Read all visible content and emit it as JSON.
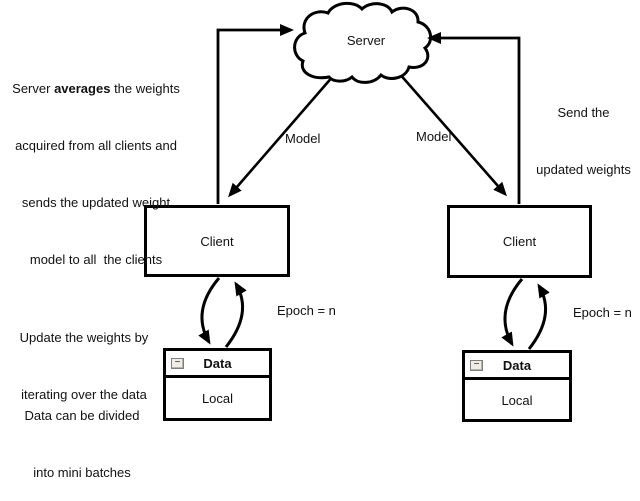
{
  "diagram": {
    "server": {
      "label": "Server"
    },
    "client_left": {
      "label": "Client"
    },
    "client_right": {
      "label": "Client"
    },
    "data_left": {
      "title": "Data",
      "body": "Local",
      "collapse_glyph": "−"
    },
    "data_right": {
      "title": "Data",
      "body": "Local",
      "collapse_glyph": "−"
    },
    "edge_labels": {
      "model_left": "Model",
      "model_right": "Model",
      "epoch_left": "Epoch = n",
      "epoch_right": "Epoch = n"
    },
    "annotations": {
      "server_note": {
        "line1_prefix": "Server ",
        "line1_bold": "averages",
        "line1_suffix": " the weights",
        "line2": "acquired from all clients and",
        "line3": "sends the updated weight",
        "line4": "model to all  the clients"
      },
      "send_note": {
        "line1": "Send the",
        "line2": "updated weights"
      },
      "update_note": {
        "line1": "Update the weights by",
        "line2": "iterating over the data"
      },
      "batches_note": {
        "line1": "Data can be divided",
        "line2": "into mini batches"
      }
    },
    "colors": {
      "stroke": "#000000",
      "text": "#111111",
      "background": "#ffffff"
    }
  }
}
